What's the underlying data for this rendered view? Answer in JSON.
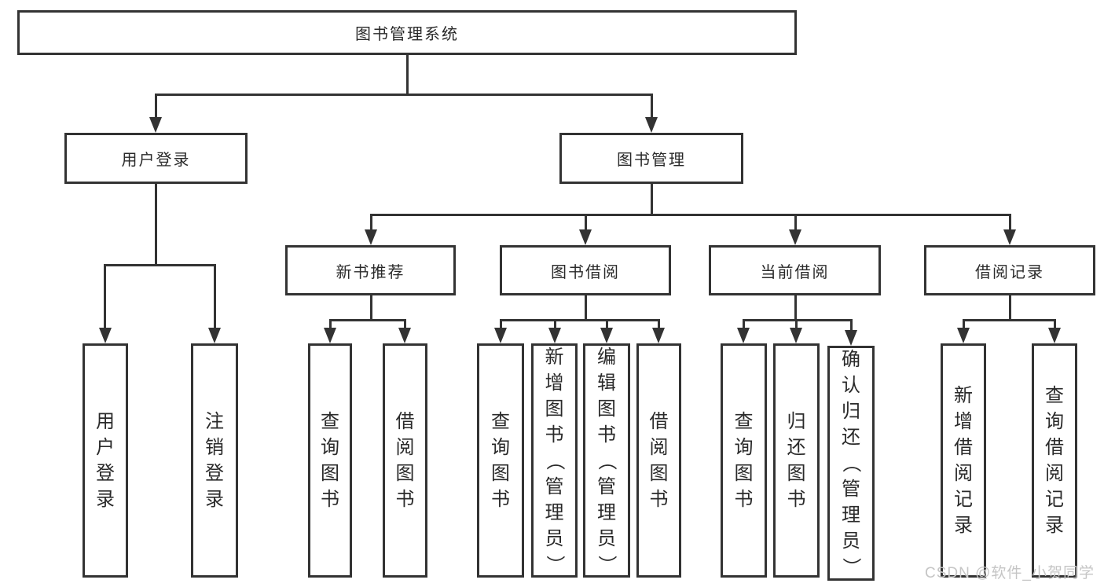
{
  "tree": {
    "label": "图书管理系统",
    "children": [
      {
        "label": "用户登录",
        "children": [
          {
            "label": "用户登录"
          },
          {
            "label": "注销登录"
          }
        ]
      },
      {
        "label": "图书管理",
        "children": [
          {
            "label": "新书推荐",
            "children": [
              {
                "label": "查询图书"
              },
              {
                "label": "借阅图书"
              }
            ]
          },
          {
            "label": "图书借阅",
            "children": [
              {
                "label": "查询图书"
              },
              {
                "label": "新增图书（管理员）"
              },
              {
                "label": "编辑图书（管理员）"
              },
              {
                "label": "借阅图书"
              }
            ]
          },
          {
            "label": "当前借阅",
            "children": [
              {
                "label": "查询图书"
              },
              {
                "label": "归还图书"
              },
              {
                "label": "确认归还（管理员）"
              }
            ]
          },
          {
            "label": "借阅记录",
            "children": [
              {
                "label": "新增借阅记录"
              },
              {
                "label": "查询借阅记录"
              }
            ]
          }
        ]
      }
    ]
  },
  "watermark": "CSDN @软件_小贺同学",
  "colors": {
    "line": "#333333",
    "border": "#333333",
    "text": "#2a2a2a",
    "watermark": "#c5c5c5",
    "background": "#ffffff"
  }
}
